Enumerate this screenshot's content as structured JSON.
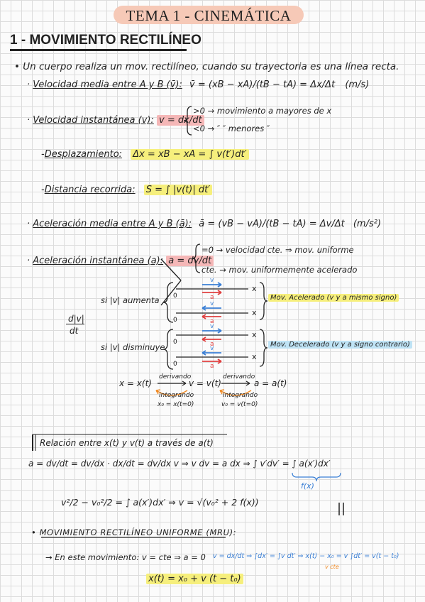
{
  "header": {
    "title": "TEMA 1 - CINEMÁTICA",
    "section": "1 - MOVIMIENTO RECTILÍNEO"
  },
  "lines": {
    "intro": "Un cuerpo realiza un mov. rectilíneo, cuando su trayectoria es una línea recta.",
    "vmedia_label": "Velocidad media entre A y B (v̄):",
    "vmedia_formula": "v̄ = (xB − xA)/(tB − tA) = Δx/Δt",
    "vmedia_unit": "(m/s)",
    "vinst_label": "Velocidad instantánea (v):",
    "vinst_formula": "v = dx/dt",
    "vinst_case1": ">0 → movimiento a mayores de x",
    "vinst_case2": "<0 → ″ ″ menores ″",
    "desp_label": "Desplazamiento:",
    "desp_formula": "Δx = xB − xA = ∫ v(t′)dt′",
    "dist_label": "Distancia recorrida:",
    "dist_formula": "S = ∫ |v(t)| dt′",
    "amedia_label": "Aceleración media entre A y B (ā):",
    "amedia_formula": "ā = (vB − vA)/(tB − tA) = Δv/Δt",
    "amedia_unit": "(m/s²)",
    "ainst_label": "Aceleración instantánea (a):",
    "ainst_formula": "a = dv/dt",
    "ainst_case1": "=0 → velocidad cte. ⇒ mov. uniforme",
    "ainst_case2": "cte. → mov. uniformemente acelerado"
  },
  "diagram": {
    "d_label": "d|v|",
    "dt_label": "dt",
    "branch_up": "si |v| aumenta",
    "branch_down": "si |v| disminuye",
    "result_up": "Mov. Acelerado (v y a mismo signo)",
    "result_down": "Mov. Decelerado (v y a signo contrario)",
    "v": "v",
    "a": "a",
    "x": "x",
    "zero": "0"
  },
  "deriv_chain": {
    "x_eq": "x = x(t)",
    "v_eq": "v = v(t)",
    "a_eq": "a = a(t)",
    "derivando": "derivando",
    "integrando": "integrando",
    "cond_x": "x₀ = x(t=0)",
    "cond_v": "v₀ = v(t=0)"
  },
  "relacion": {
    "title": "Relación entre x(t) y v(t) a través de a(t)",
    "eq1": "a = dv/dt = dv/dx · dx/dt = dv/dx v ⇒ v dv = a dx ⇒ ∫ v′dv′ = ∫ a(x′)dx′",
    "fx": "f(x)",
    "eq2": "v²/2 − v₀²/2 = ∫ a(x′)dx′ ⇒ v = √(v₀² + 2 f(x))"
  },
  "mru": {
    "title": "MOVIMIENTO RECTILÍNEO UNIFORME (MRU):",
    "line": "→ En este movimiento: v = cte ⇒ a = 0",
    "blue_derivation": "v = dx/dt ⇒ ∫dx′ = ∫v dt′ ⇒ x(t) − x₀ = v ∫dt′ = v(t − t₀)",
    "blue_note": "v cte",
    "final": "x(t) = x₀ + v (t − t₀)"
  },
  "colors": {
    "banner": "#f6c9b7",
    "pink": "#f5b7b7",
    "yellow": "#f6ef7c",
    "blue": "#bfe3f5",
    "arrow_blue": "#3a7fd5",
    "arrow_red": "#e04040",
    "orange": "#f08a24"
  }
}
